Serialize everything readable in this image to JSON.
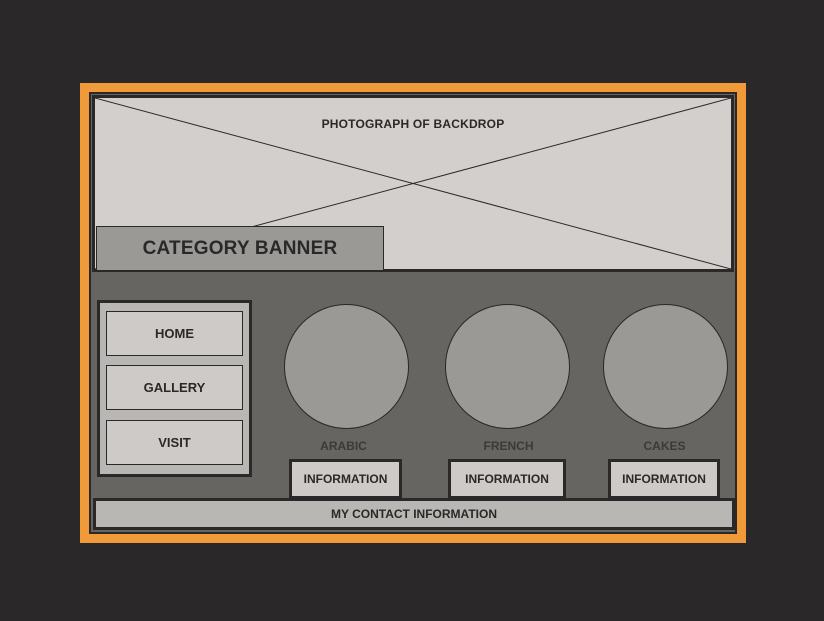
{
  "hero": {
    "caption": "PHOTOGRAPH OF BACKDROP"
  },
  "banner": {
    "label": "CATEGORY BANNER"
  },
  "nav": {
    "items": [
      "HOME",
      "GALLERY",
      "VISIT"
    ]
  },
  "categories": [
    {
      "label": "ARABIC",
      "button": "INFORMATION"
    },
    {
      "label": "FRENCH",
      "button": "INFORMATION"
    },
    {
      "label": "CAKES",
      "button": "INFORMATION"
    }
  ],
  "footer": {
    "label": "MY CONTACT INFORMATION"
  },
  "colors": {
    "frame": "#f09a3a",
    "background": "#2a2828",
    "panel": "#666561",
    "placeholder": "#d2cfcc",
    "circle": "#9a9996"
  }
}
